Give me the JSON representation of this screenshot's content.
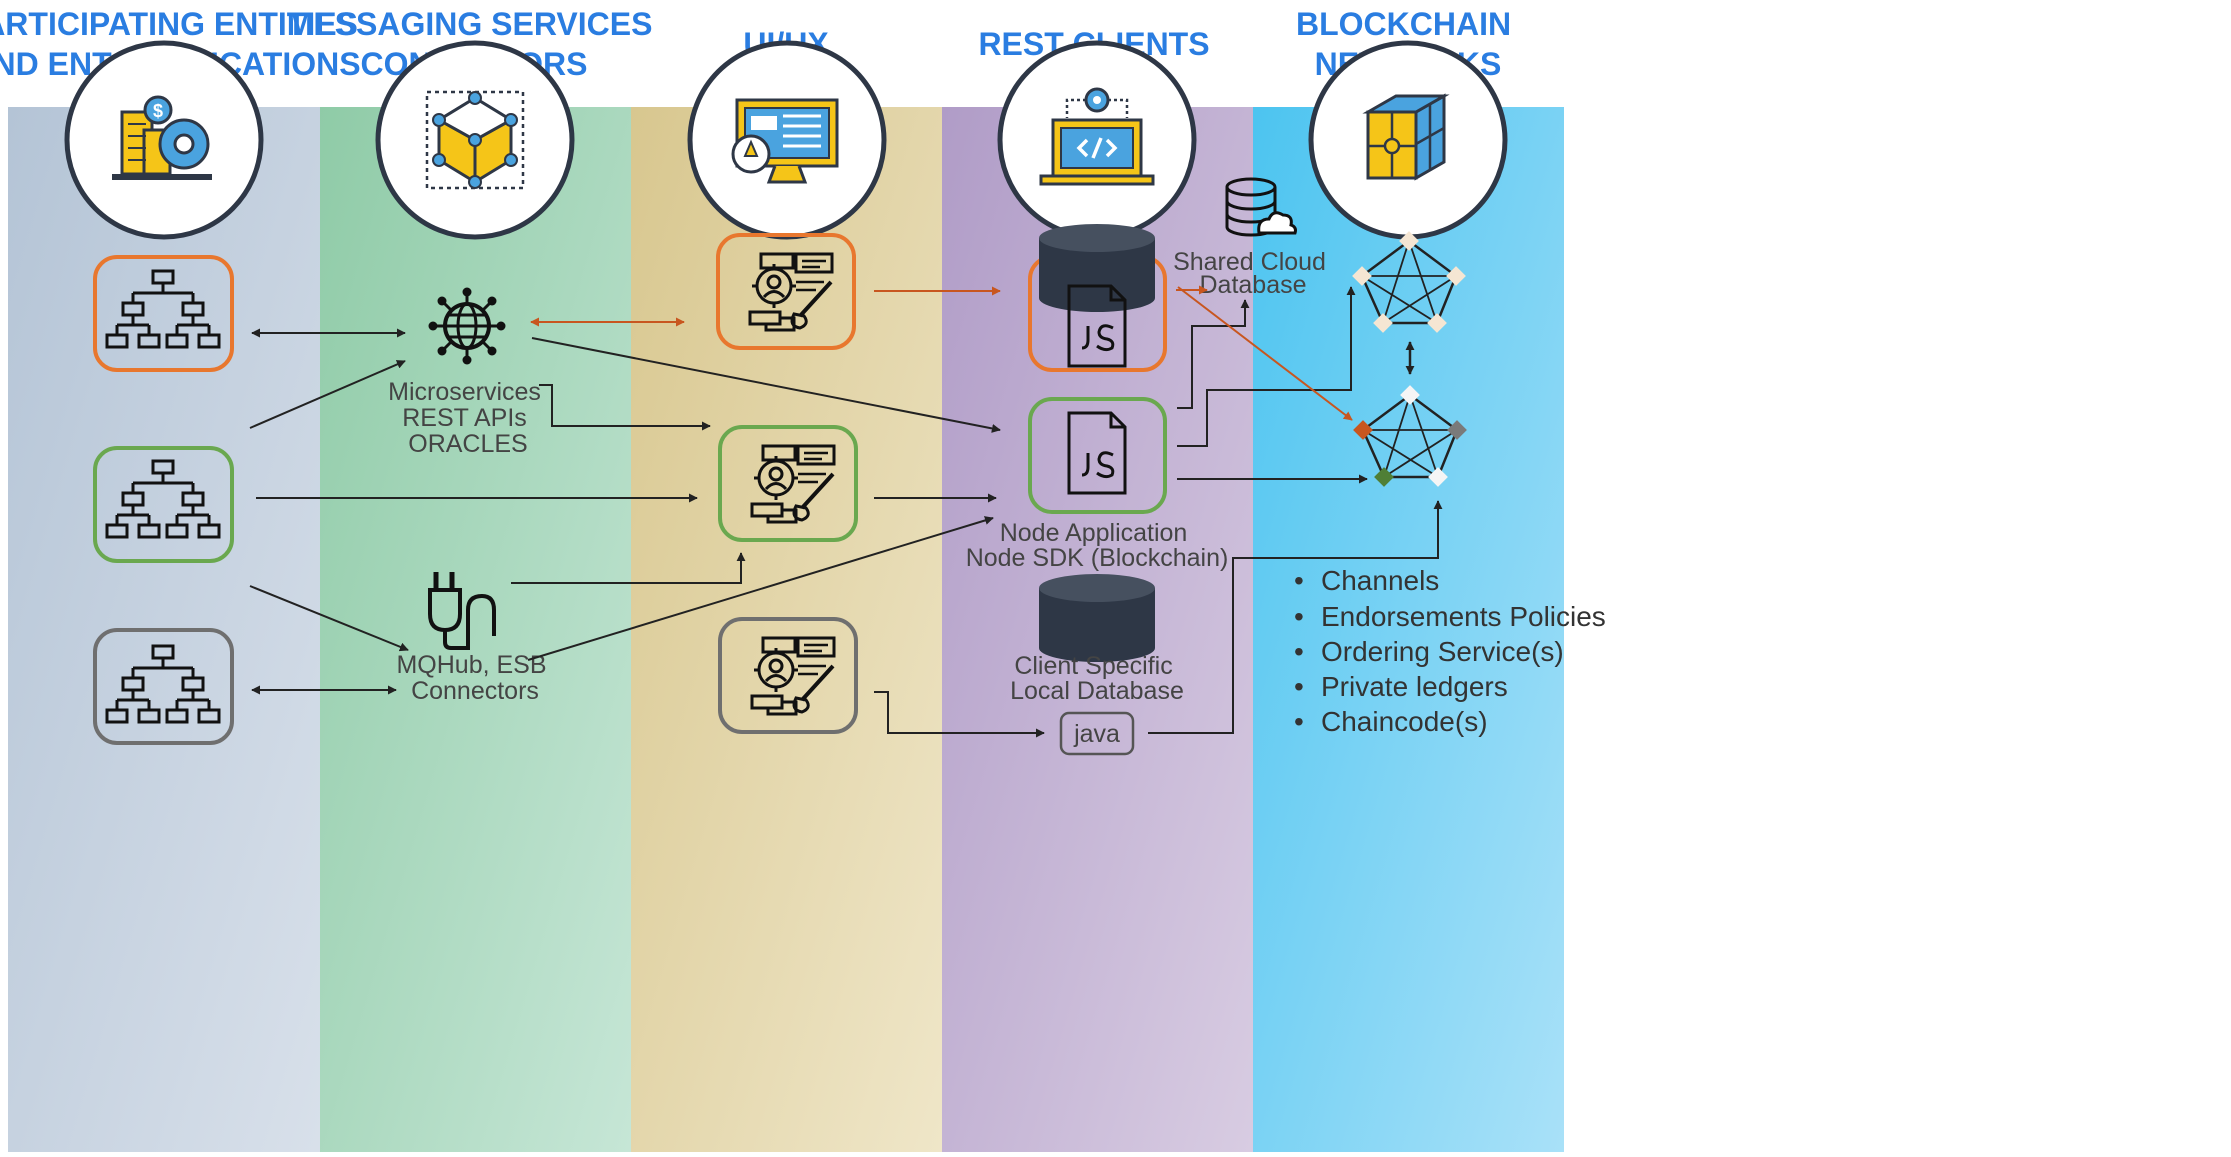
{
  "columns": [
    {
      "title_lines": [
        "PARTICIPATING ENTITIES",
        "AND ENT. APPLICATIONS"
      ]
    },
    {
      "title_lines": [
        "MESSAGING SERVICES",
        "CONNECTORS"
      ]
    },
    {
      "title_lines": [
        "UI/UX"
      ]
    },
    {
      "title_lines": [
        "REST CLIENTS"
      ]
    },
    {
      "title_lines": [
        "BLOCKCHAIN",
        "NETWORKS"
      ]
    }
  ],
  "labels": {
    "microservices": [
      "Microservices",
      "REST APIs",
      "ORACLES"
    ],
    "mqhub": [
      "MQHub, ESB",
      "Connectors"
    ],
    "shared_cloud_db": [
      "Shared Cloud",
      "Database"
    ],
    "node_app": [
      "Node Application",
      "Node SDK (Blockchain)"
    ],
    "local_db": [
      "Client Specific",
      "Local Database"
    ],
    "java": "java",
    "js": "JS"
  },
  "blockchain_features": [
    "Channels",
    "Endorsements Policies",
    "Ordering Service(s)",
    "Private ledgers",
    "Chaincode(s)"
  ],
  "colors": {
    "orange": "#e8772e",
    "green": "#6aa84f",
    "gray": "#6f6f6f",
    "header_blue": "#2a7de1",
    "dark": "#2e3746",
    "icon_yellow": "#f5c518",
    "arrow_orange": "#c8561f",
    "arrow_dark": "#222222"
  },
  "icons": [
    "enterprise-app-icon",
    "hexagon-network-icon",
    "dashboard-monitor-icon",
    "code-laptop-icon",
    "blockchain-cube-icon",
    "org-chart-icon",
    "globe-network-icon",
    "plug-icon",
    "designer-icon",
    "js-file-icon",
    "database-icon",
    "cloud-database-icon"
  ]
}
